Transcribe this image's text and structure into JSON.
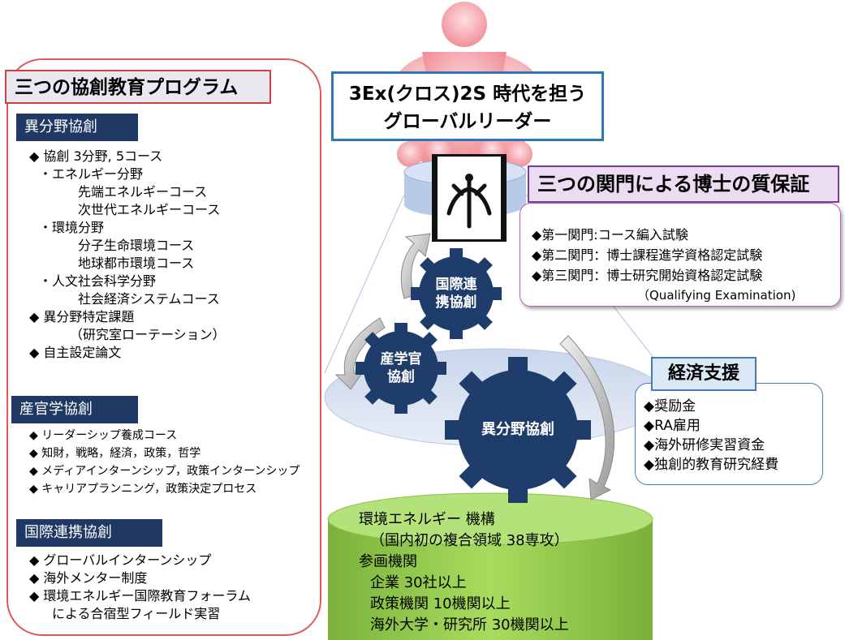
{
  "leader_box": {
    "line1": "3Ex(クロス)2S 時代を担う",
    "line2": "グローバルリーダー"
  },
  "program": {
    "title": "三つの協創教育プログラム",
    "section1": {
      "header": "異分野協創",
      "lines": [
        "◆  協創  3分野, 5コース",
        "・エネルギー分野",
        "先端エネルギーコース",
        "次世代エネルギーコース",
        "・環境分野",
        "分子生命環境コース",
        "地球都市環境コース",
        "・人文社会科学分野",
        "社会経済システムコース",
        "◆  異分野特定課題",
        "（研究室ローテーション）",
        "◆  自主設定論文"
      ]
    },
    "section2": {
      "header": "産官学協創",
      "lines": [
        "◆  リーダーシップ養成コース",
        "◆  知財，戦略，経済，政策，哲学",
        "◆  メディアインターンシップ，政策インターンシップ",
        "◆  キャリアプランニング，政策決定プロセス"
      ]
    },
    "section3": {
      "header": "国際連携協創",
      "lines": [
        "◆  グローバルインターンシップ",
        "◆  海外メンター制度",
        "◆  環境エネルギー国際教育フォーラム",
        "による合宿型フィールド実習"
      ]
    }
  },
  "quality": {
    "title": "三つの関門による博士の質保証",
    "lines": [
      "◆第一関門:コース編入試験",
      "◆第二関門：博士課程進学資格認定試験",
      "◆第三関門：博士研究開始資格認定試験",
      "（Qualifying Examination)"
    ]
  },
  "economic": {
    "title": "経済支援",
    "lines": [
      "◆奨励金",
      "◆RA雇用",
      "◆海外研修実習資金",
      "◆独創的教育研究経費"
    ]
  },
  "gears": {
    "intl": "国際連\n携協創",
    "industry": "産学官\n協創",
    "cross": "異分野協創"
  },
  "cylinder": {
    "lines": [
      "環境エネルギー 機構",
      "（国内初の複合領域  38専攻）",
      "参画機関",
      "企業         30社以上",
      "政策機関  10機関以上",
      "海外大学・研究所  30機関以上"
    ]
  },
  "colors": {
    "gear": "#1f3d6b",
    "section_header": "#1f3864",
    "person": "#f6a2a8",
    "cylinder": "#92d050",
    "platform": "#d6dff0"
  },
  "icons": {
    "emblem": "swallow-emblem-icon",
    "arrows": "curved-arrow-icon"
  }
}
